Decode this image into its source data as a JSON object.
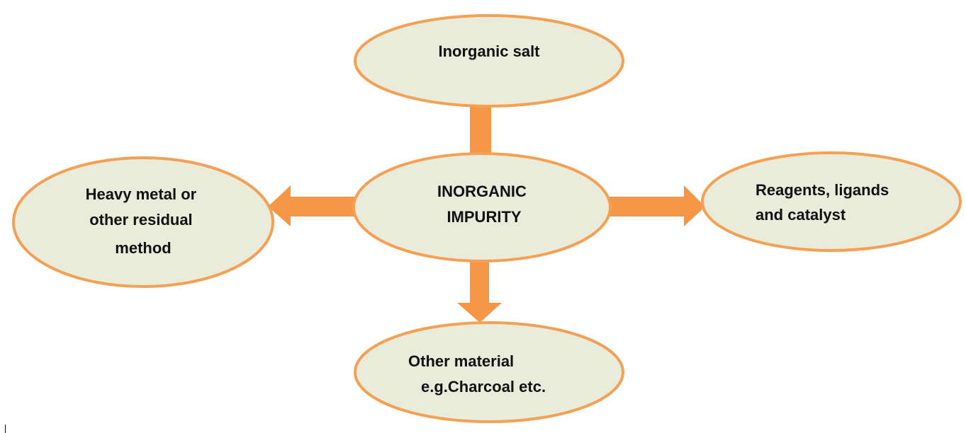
{
  "diagram": {
    "colors": {
      "node_fill": "#e9ecda",
      "node_stroke": "#f5a053",
      "connector": "#f79646",
      "text": "#111111"
    },
    "center": {
      "lines": [
        "INORGANIC",
        "IMPURITY"
      ]
    },
    "top": {
      "lines": [
        "Inorganic salt"
      ]
    },
    "left": {
      "lines": [
        "Heavy metal or",
        "other residual",
        "method"
      ]
    },
    "right": {
      "lines": [
        "Reagents, ligands",
        "and catalyst"
      ]
    },
    "bottom": {
      "lines": [
        "Other material",
        "e.g.Charcoal etc."
      ]
    }
  }
}
